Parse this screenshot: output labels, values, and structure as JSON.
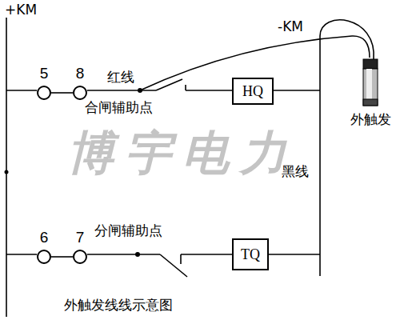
{
  "diagram": {
    "caption": "外触发线线示意图",
    "nodes": [
      {
        "text": [
          "5"
        ]
      },
      {
        "text": [
          "8"
        ]
      },
      {
        "text": [
          "HQ"
        ]
      },
      {
        "text": [
          "6"
        ]
      },
      {
        "text": [
          "7"
        ]
      },
      {
        "text": [
          "TQ"
        ]
      },
      {
        "text": [
          "外触发"
        ]
      }
    ],
    "edges": [
      {
        "from": 0,
        "to": 1,
        "arrow": "none"
      },
      {
        "from": 3,
        "to": 4,
        "arrow": "none"
      }
    ],
    "labels": [
      "+KM",
      "-KM",
      "红线",
      "合闸辅助点",
      "黑线",
      "分闸辅助点",
      "博宇电力"
    ]
  }
}
